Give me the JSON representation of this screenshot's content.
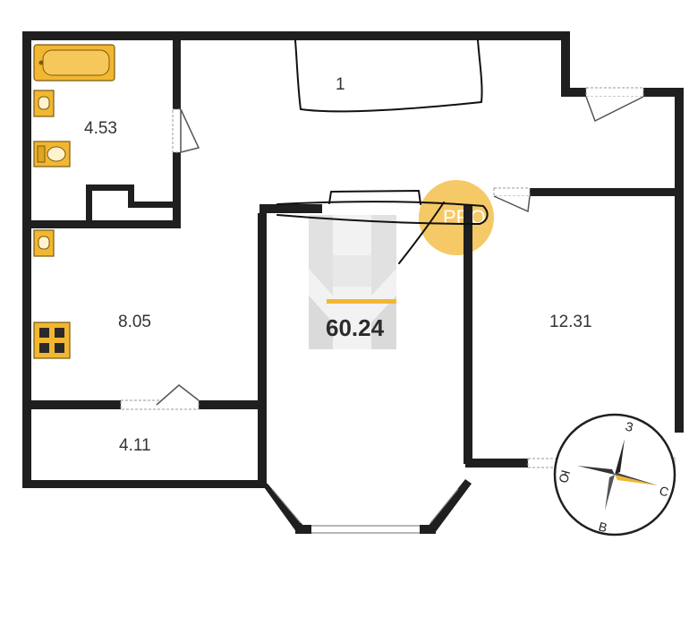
{
  "rooms": [
    {
      "id": "bathroom",
      "area": "4.53"
    },
    {
      "id": "kitchen",
      "area": "8.05"
    },
    {
      "id": "loggia",
      "area": "4.11"
    },
    {
      "id": "bedroom",
      "area": "12.31"
    },
    {
      "id": "hall_obscured",
      "area": "1"
    }
  ],
  "total_area": "60.24",
  "watermark": {
    "logo_letter": "Н",
    "badge_text": "PRO"
  },
  "compass": {
    "north": "С",
    "south": "Ю",
    "east": "В",
    "west": "З"
  },
  "colors": {
    "wall": "#1f1f1f",
    "accent": "#f2b731",
    "logo_gray": "#c9c9c9",
    "background": "#ffffff"
  },
  "icons": [
    "bathtub-icon",
    "toilet-icon",
    "sink-icon",
    "stove-icon",
    "compass-rose-icon"
  ]
}
